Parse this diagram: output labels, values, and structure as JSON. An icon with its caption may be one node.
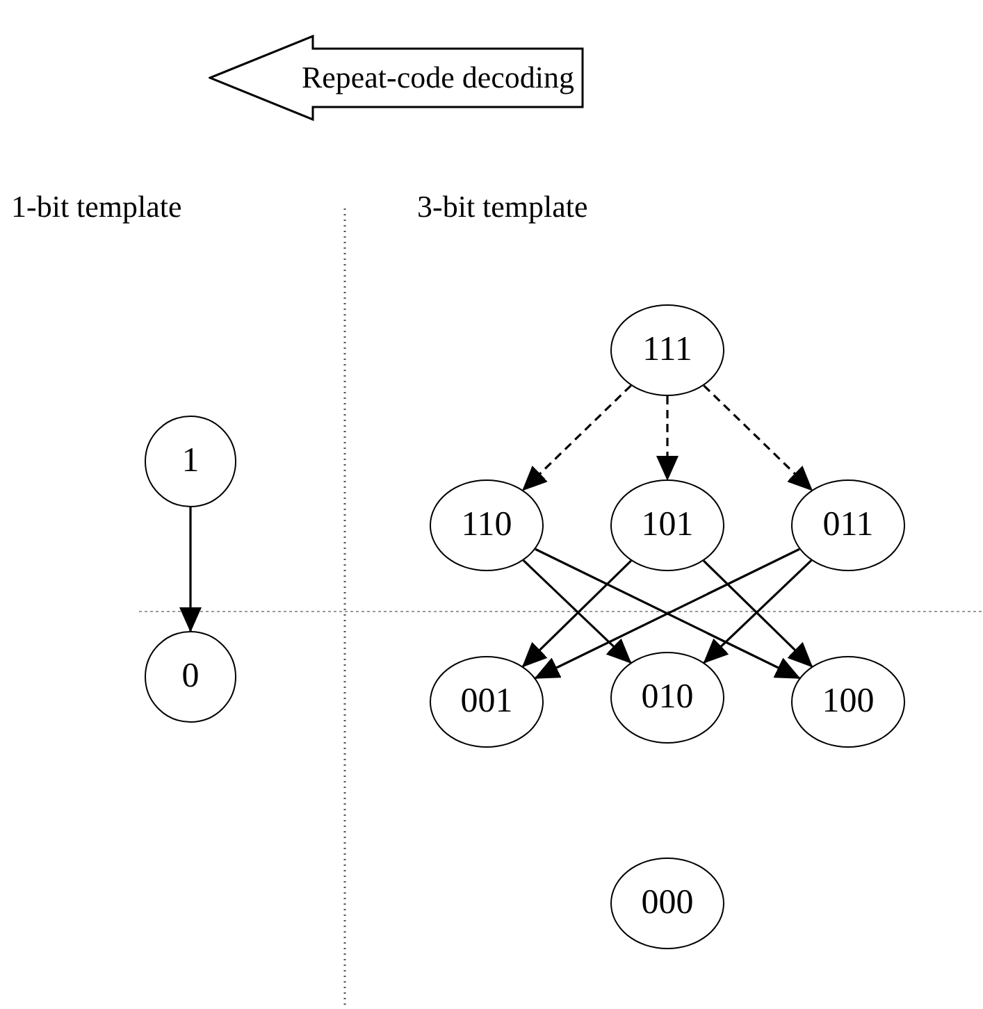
{
  "diagram": {
    "nodes": [
      {
        "text": [
          "Repeat-code decoding"
        ]
      },
      {
        "text": [
          "1"
        ]
      },
      {
        "text": [
          "0"
        ]
      },
      {
        "text": [
          "111"
        ]
      },
      {
        "text": [
          "110"
        ]
      },
      {
        "text": [
          "101"
        ]
      },
      {
        "text": [
          "011"
        ]
      },
      {
        "text": [
          "001"
        ]
      },
      {
        "text": [
          "010"
        ]
      },
      {
        "text": [
          "100"
        ]
      },
      {
        "text": [
          "000"
        ]
      }
    ],
    "edges": [
      {
        "from": 1,
        "to": 2,
        "arrow": "to"
      },
      {
        "from": 3,
        "to": 4,
        "arrow": "to",
        "style": "dashed"
      },
      {
        "from": 3,
        "to": 5,
        "arrow": "to",
        "style": "dashed"
      },
      {
        "from": 3,
        "to": 6,
        "arrow": "to",
        "style": "dashed"
      },
      {
        "from": 4,
        "to": 8,
        "arrow": "to"
      },
      {
        "from": 4,
        "to": 9,
        "arrow": "to"
      },
      {
        "from": 5,
        "to": 7,
        "arrow": "to"
      },
      {
        "from": 5,
        "to": 9,
        "arrow": "to"
      },
      {
        "from": 6,
        "to": 7,
        "arrow": "to"
      },
      {
        "from": 6,
        "to": 8,
        "arrow": "to"
      }
    ],
    "labels": [
      "1-bit template",
      "3-bit template"
    ]
  }
}
